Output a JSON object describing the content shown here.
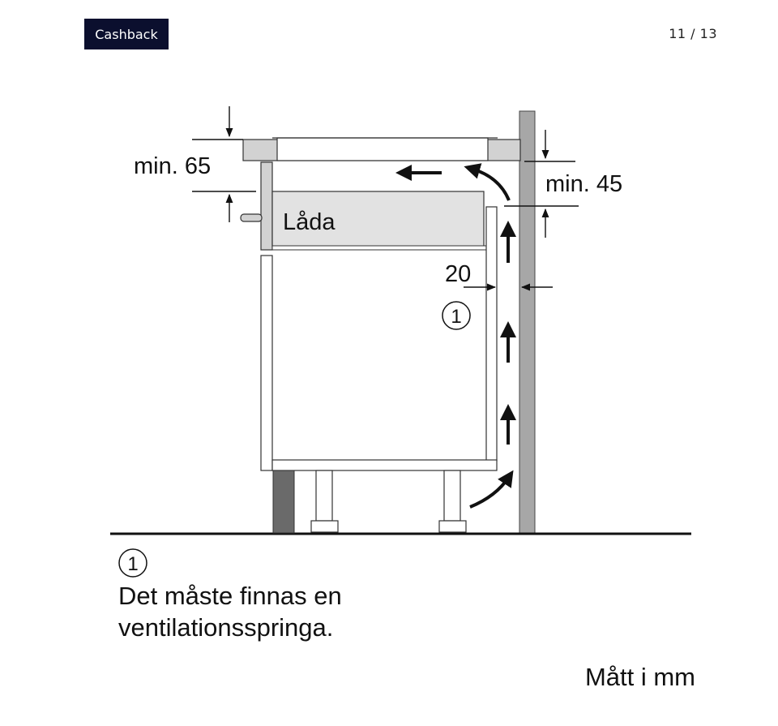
{
  "header": {
    "tag_label": "Cashback",
    "page_indicator": "11 / 13"
  },
  "diagram": {
    "label_min65": "min. 65",
    "label_min45": "min. 45",
    "label_drawer": "Låda",
    "label_gap": "20",
    "marker": "1",
    "legend_marker": "1",
    "legend_line1": "Det måste finnas en",
    "legend_line2": "ventilationsspringa.",
    "units_note": "Mått i mm"
  }
}
